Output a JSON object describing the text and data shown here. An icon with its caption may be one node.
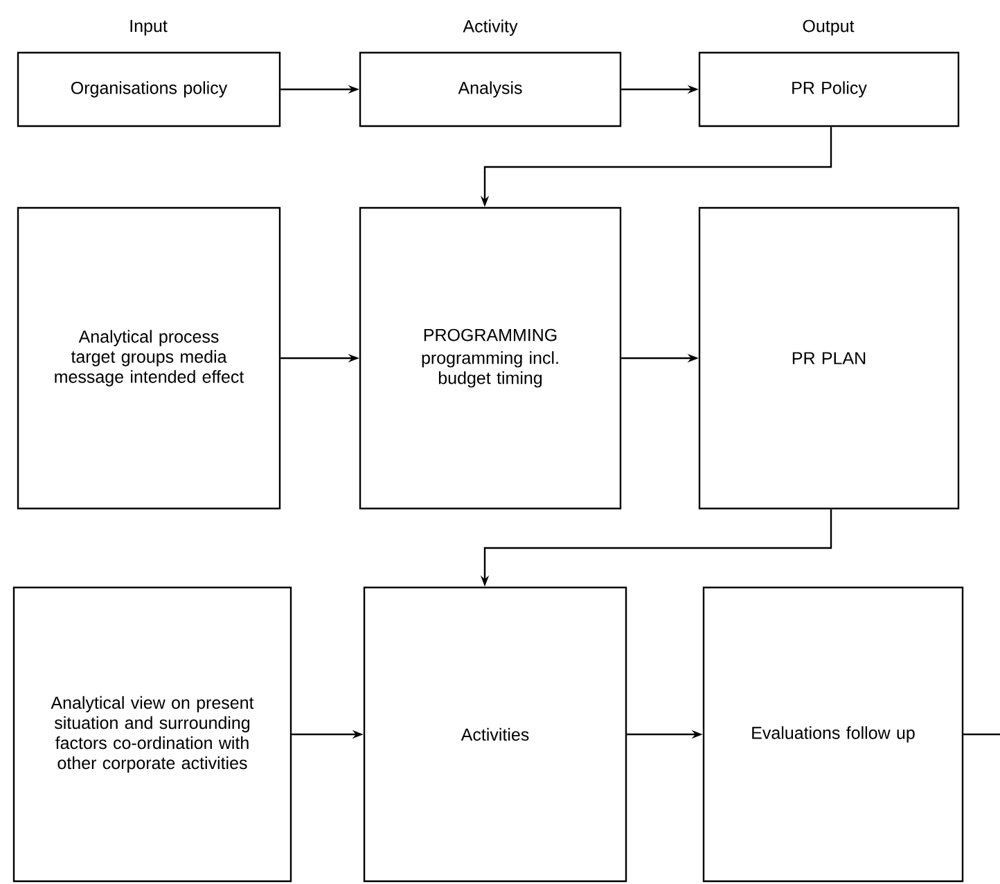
{
  "diagram": {
    "nodes": [
      {
        "text": [
          "Organisations policy"
        ]
      },
      {
        "text": [
          "Analysis"
        ]
      },
      {
        "text": [
          "PR Policy"
        ]
      },
      {
        "text": [
          "Analytical process target groups media message intended effect"
        ]
      },
      {
        "text": [
          "PROGRAMMING",
          "programming incl. budget timing"
        ]
      },
      {
        "text": [
          "PR PLAN"
        ]
      },
      {
        "text": [
          "Analytical view on present situation and surrounding factors co-ordination with other corporate activities"
        ]
      },
      {
        "text": [
          "Activities"
        ]
      },
      {
        "text": [
          "Evaluations follow up"
        ]
      }
    ],
    "edges": [
      {
        "from": 0,
        "to": 1,
        "arrow": "to"
      },
      {
        "from": 1,
        "to": 2,
        "arrow": "to"
      },
      {
        "from": 2,
        "to": 4,
        "arrow": "to"
      },
      {
        "from": 3,
        "to": 4,
        "arrow": "to"
      },
      {
        "from": 4,
        "to": 5,
        "arrow": "to"
      },
      {
        "from": 5,
        "to": 7,
        "arrow": "to"
      },
      {
        "from": 6,
        "to": 7,
        "arrow": "to"
      },
      {
        "from": 7,
        "to": 8,
        "arrow": "to"
      },
      {
        "from": 8,
        "to": null,
        "arrow": "none"
      }
    ],
    "labels": [
      "Input",
      "Activity",
      "Output"
    ]
  }
}
